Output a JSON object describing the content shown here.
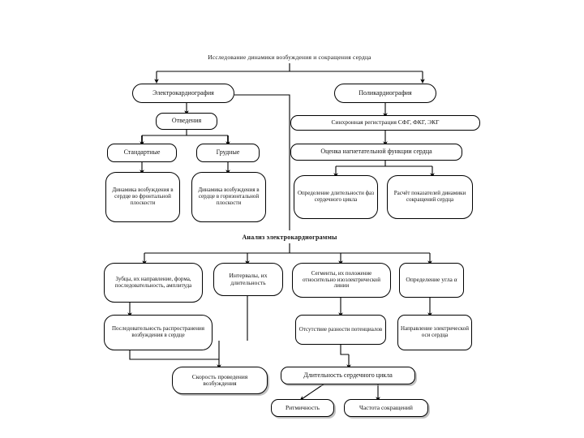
{
  "diagram": {
    "title": "Исследование динамики возбуждения и сокращения сердца",
    "section_title": "Анализ электрокардиограммы",
    "colors": {
      "background": "#ffffff",
      "node_fill": "#ffffff",
      "node_border": "#000000",
      "connector": "#000000",
      "text": "#111111"
    },
    "nodes": {
      "ecg": "Электрокардиография",
      "polycardio": "Поликардиография",
      "leads": "Отведения",
      "sync_registration": "Синхронная регистрация СФГ, ФКГ, ЭКГ",
      "standard_leads": "Стандартные",
      "chest_leads": "Грудные",
      "pump_function": "Оценка нагнетательной функции сердца",
      "frontal_plane": "Динамика возбуждения в сердце во фронтальной плоскости",
      "horizontal_plane": "Динамика возбуждения в сердце в горизонтальной плоскости",
      "phase_duration": "Определение длительности фаз сердечного цикла",
      "contraction_indices": "Расчёт показателей динамики сокращений сердца",
      "waves": "Зубцы, их направление, форма, последовательность, амплитуда",
      "intervals": "Интервалы, их длительность",
      "segments": "Сегменты, их положение относительно изоэлектрической линии",
      "angle_alpha": "Определение угла α",
      "propagation_sequence": "Последовательность распространения возбуждения в сердце",
      "no_potential_difference": "Отсутствие разности потенциалов",
      "electrical_axis": "Направление электрической оси сердца",
      "conduction_speed": "Скорость проведения возбуждения",
      "cycle_duration": "Длительность сердечного цикла",
      "rhythmicity": "Ритмичность",
      "contraction_rate": "Частота сокращений"
    }
  }
}
